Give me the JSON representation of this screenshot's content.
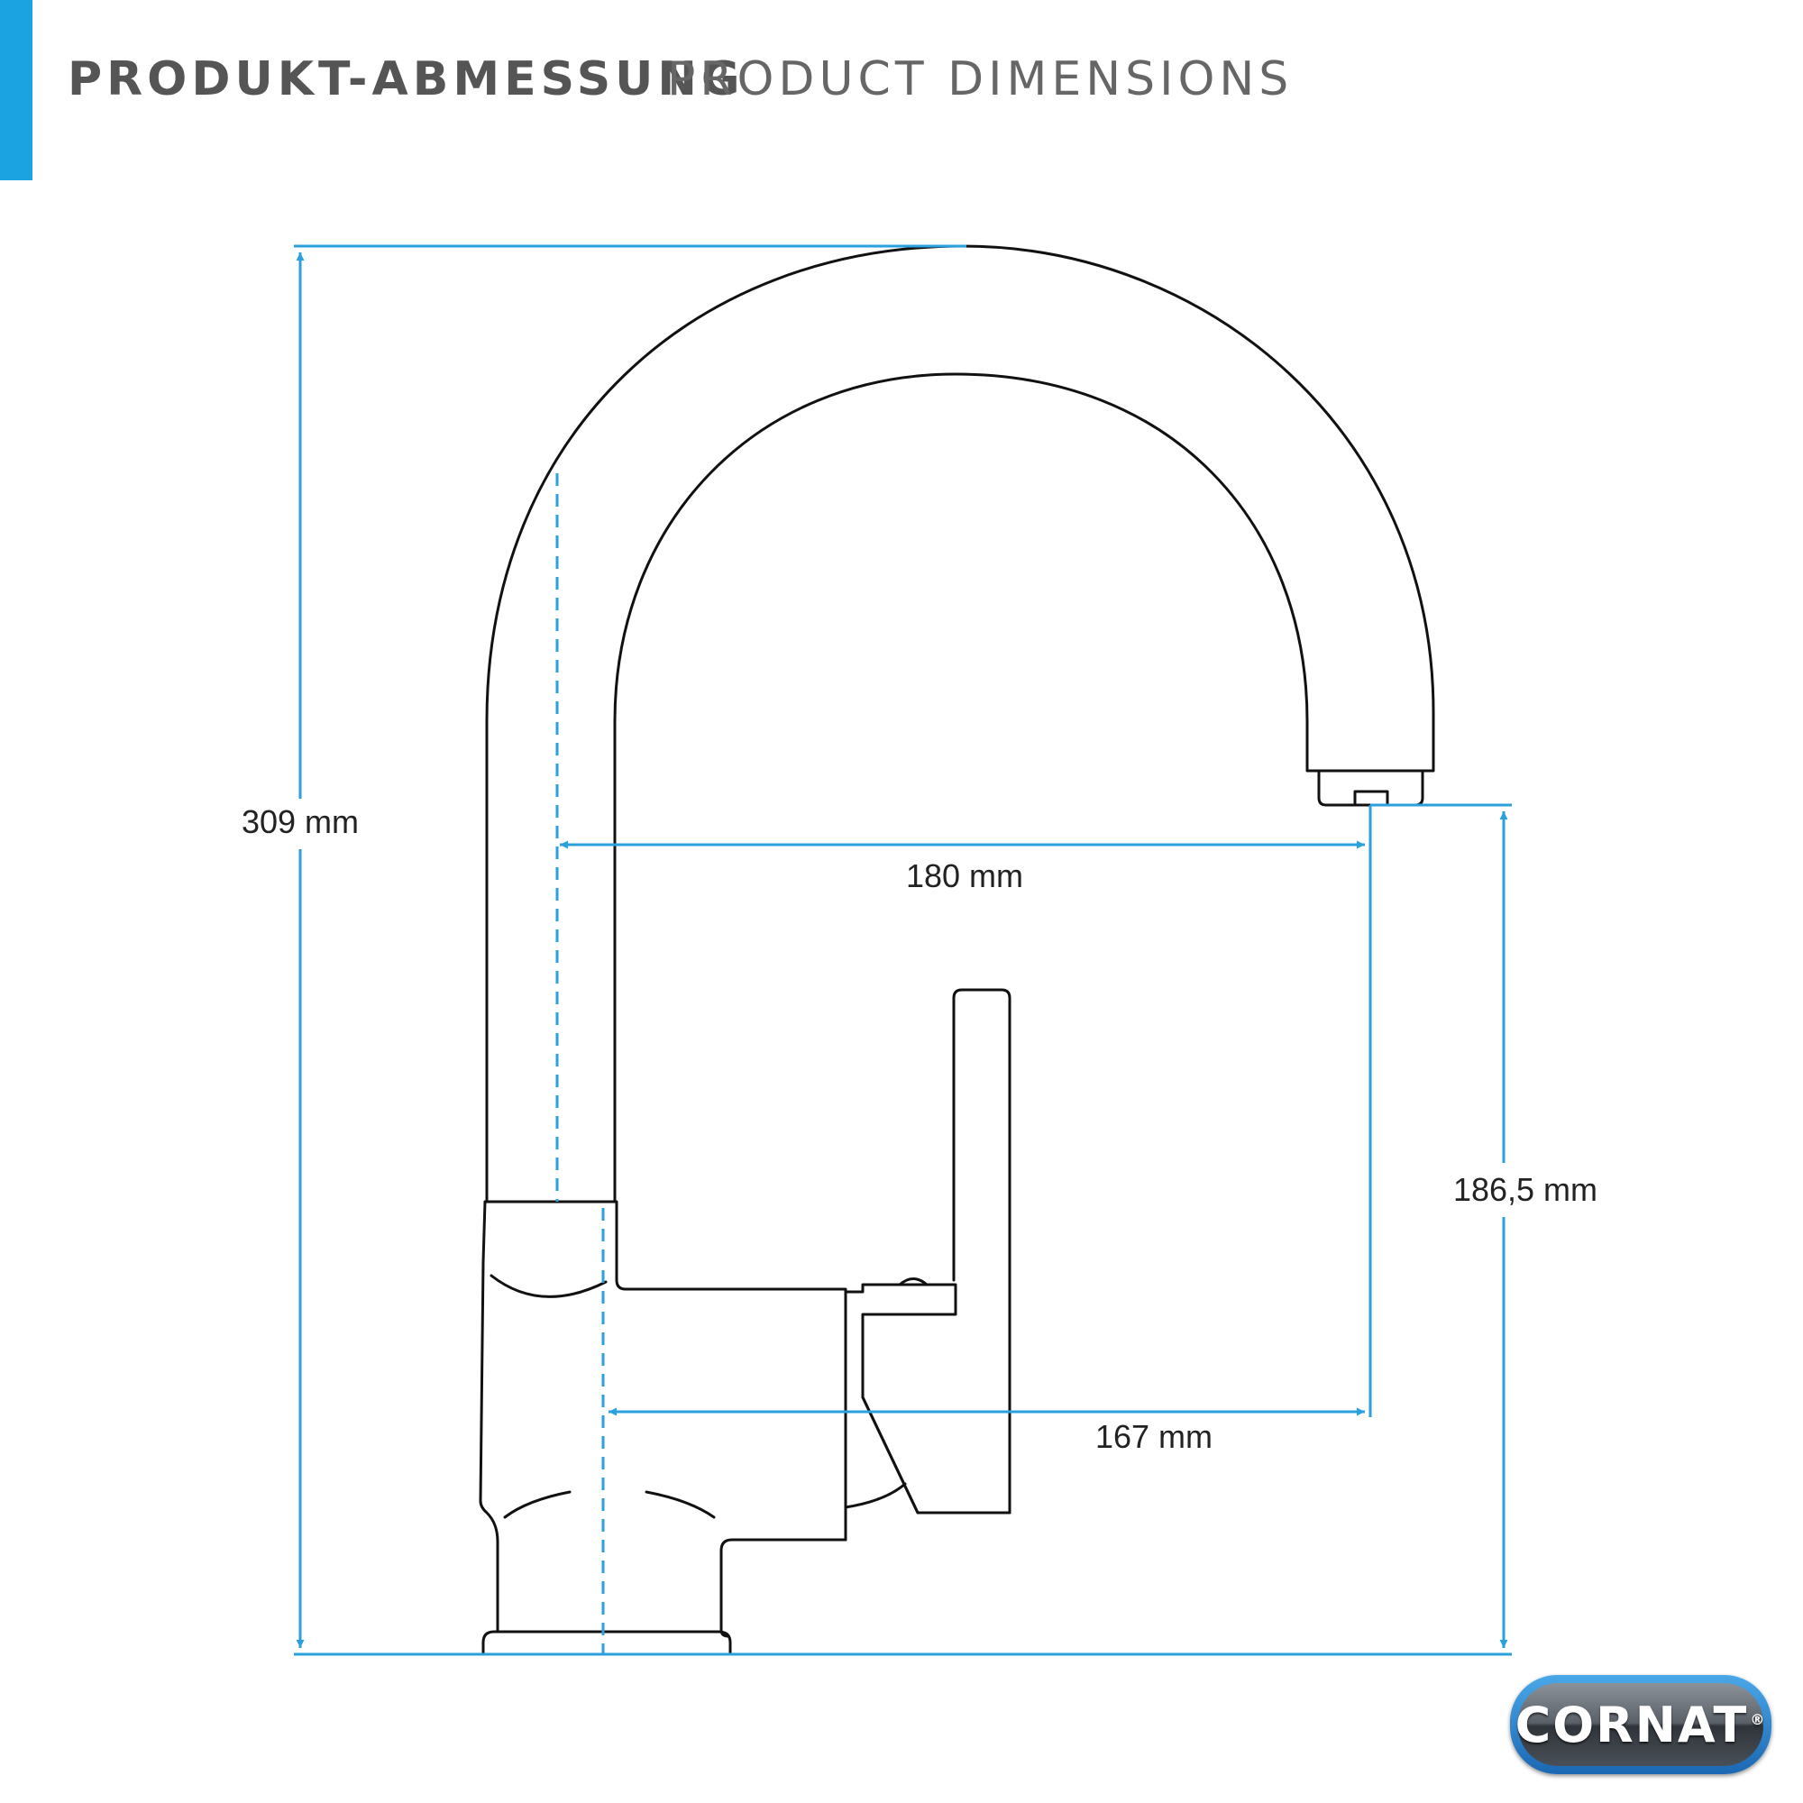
{
  "header": {
    "title_de": "PRODUKT-ABMESSUNG",
    "title_en": "PRODUCT DIMENSIONS"
  },
  "dimensions": {
    "total_height": "309 mm",
    "spout_reach": "180 mm",
    "outlet_height": "186,5 mm",
    "base_reach": "167 mm"
  },
  "brand": {
    "logo_text": "CORNAT",
    "registered": "®"
  },
  "colors": {
    "accent": "#1aa3e0",
    "outline": "#111111",
    "dimension": "#2aa0dc"
  }
}
